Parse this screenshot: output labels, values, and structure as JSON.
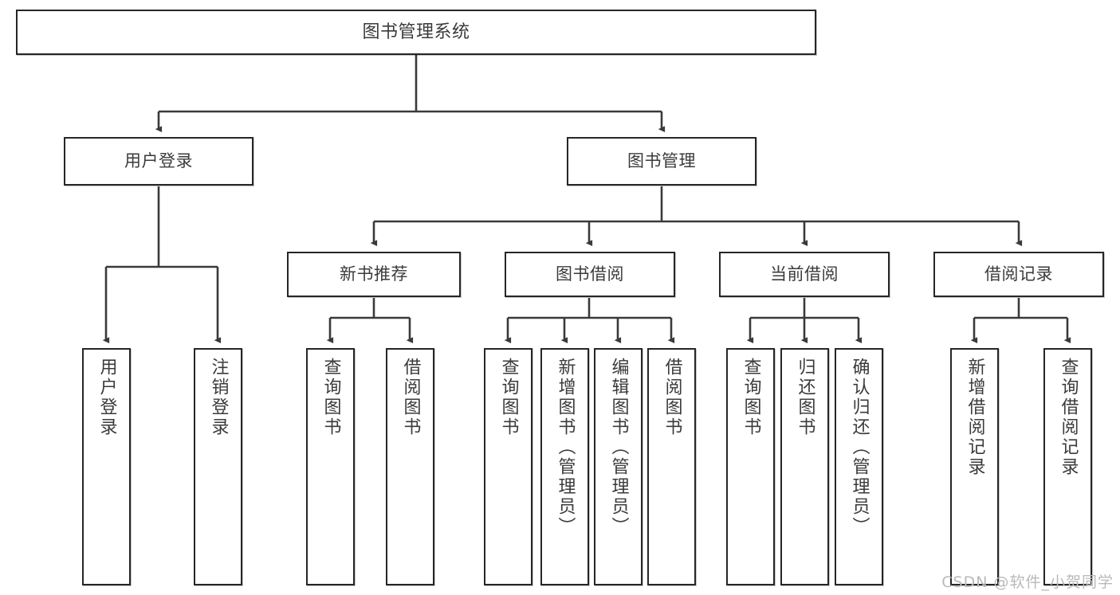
{
  "diagram": {
    "title": "图书管理系统",
    "type": "功能结构图",
    "watermark": "CSDN @软件_小贺同学",
    "colors": {
      "box_border": "#262626",
      "box_fill": "#ffffff",
      "text": "#3b3b3b",
      "connector": "#3a3a3a",
      "watermark": "#b9b9b9",
      "background": "#ffffff"
    }
  },
  "nodes": {
    "root": {
      "label": "图书管理系统",
      "level": 0
    },
    "level1": [
      {
        "id": "user-login",
        "label": "用户登录"
      },
      {
        "id": "book-manage",
        "label": "图书管理"
      }
    ],
    "level2": [
      {
        "id": "new-book-recommend",
        "label": "新书推荐",
        "parent": "book-manage"
      },
      {
        "id": "book-borrow",
        "label": "图书借阅",
        "parent": "book-manage"
      },
      {
        "id": "current-borrow",
        "label": "当前借阅",
        "parent": "book-manage"
      },
      {
        "id": "borrow-record",
        "label": "借阅记录",
        "parent": "book-manage"
      }
    ],
    "leaves": [
      {
        "id": "leaf-user-login",
        "label": "用户登录",
        "parent": "user-login"
      },
      {
        "id": "leaf-user-logout",
        "label": "注销登录",
        "parent": "user-login"
      },
      {
        "id": "leaf-query-book-1",
        "label": "查询图书",
        "parent": "new-book-recommend"
      },
      {
        "id": "leaf-borrow-book-1",
        "label": "借阅图书",
        "parent": "new-book-recommend"
      },
      {
        "id": "leaf-query-book-2",
        "label": "查询图书",
        "parent": "book-borrow"
      },
      {
        "id": "leaf-add-book",
        "label": "新增图书（管理员）",
        "parent": "book-borrow"
      },
      {
        "id": "leaf-edit-book",
        "label": "编辑图书（管理员）",
        "parent": "book-borrow"
      },
      {
        "id": "leaf-borrow-book-2",
        "label": "借阅图书",
        "parent": "book-borrow"
      },
      {
        "id": "leaf-query-book-3",
        "label": "查询图书",
        "parent": "current-borrow"
      },
      {
        "id": "leaf-return-book",
        "label": "归还图书",
        "parent": "current-borrow"
      },
      {
        "id": "leaf-confirm-return",
        "label": "确认归还（管理员）",
        "parent": "current-borrow"
      },
      {
        "id": "leaf-add-record",
        "label": "新增借阅记录",
        "parent": "borrow-record"
      },
      {
        "id": "leaf-query-record",
        "label": "查询借阅记录",
        "parent": "borrow-record"
      }
    ]
  }
}
